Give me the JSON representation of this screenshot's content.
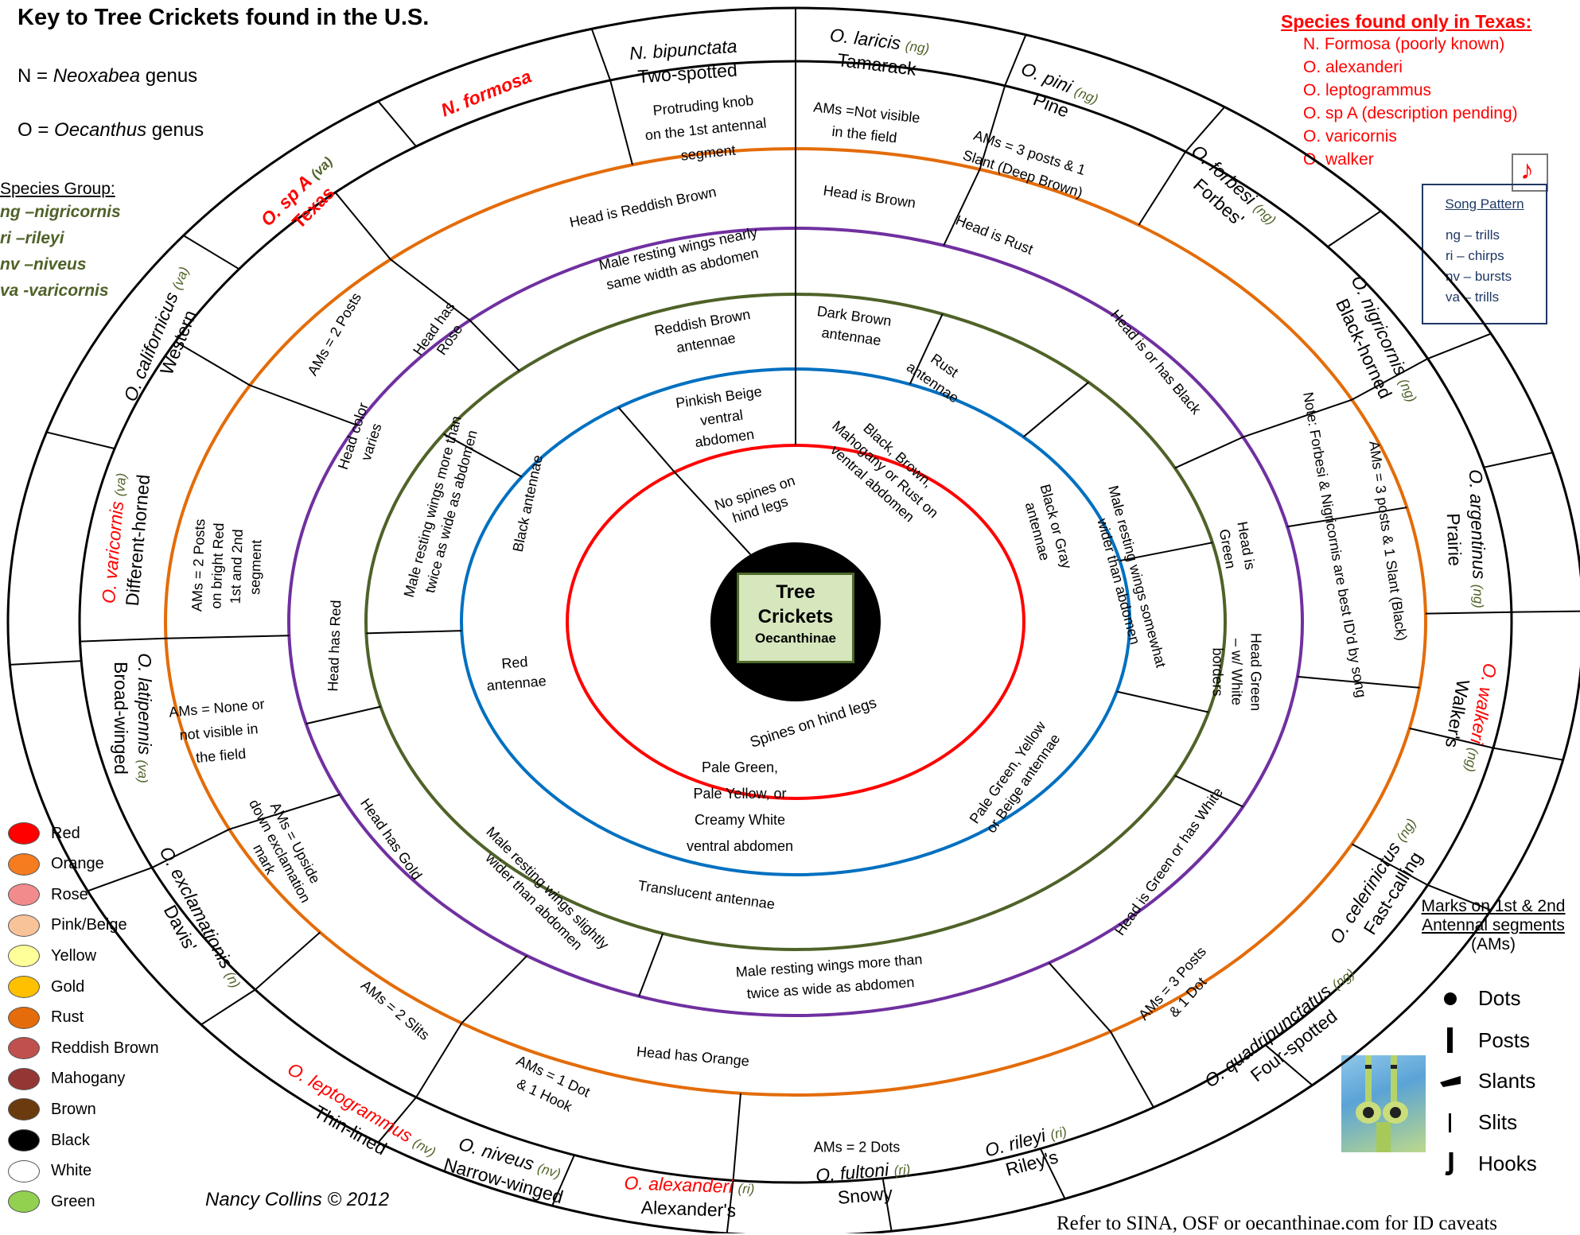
{
  "title": "Key to Tree Crickets found in the U.S.",
  "genera": [
    {
      "prefix": "N = ",
      "name": "Neoxabea",
      "suffix": " genus"
    },
    {
      "prefix": "O = ",
      "name": "Oecanthus",
      "suffix": " genus"
    }
  ],
  "species_group": {
    "heading": "Species Group:",
    "items": [
      "ng –nigricornis",
      "ri –rileyi",
      "nv –niveus",
      "va -varicornis"
    ]
  },
  "texas": {
    "heading": "Species found only in Texas:",
    "items": [
      "N. Formosa (poorly known)",
      "O. alexanderi",
      "O. leptogrammus",
      "O. sp A (description pending)",
      "O. varicornis",
      "O. walker"
    ]
  },
  "song_pattern": {
    "heading": "Song Pattern",
    "items": [
      "ng – trills",
      "ri – chirps",
      "nv – bursts",
      "va – trills"
    ],
    "icon": "music-note-icon"
  },
  "color_legend": [
    {
      "label": "Red",
      "color": "#ff0000"
    },
    {
      "label": "Orange",
      "color": "#f57c1f"
    },
    {
      "label": "Rose",
      "color": "#f28b8b"
    },
    {
      "label": "Pink/Beige",
      "color": "#f9c39a"
    },
    {
      "label": "Yellow",
      "color": "#ffff99"
    },
    {
      "label": "Gold",
      "color": "#ffc000"
    },
    {
      "label": "Rust",
      "color": "#e46c0a"
    },
    {
      "label": "Reddish Brown",
      "color": "#c0504d"
    },
    {
      "label": "Mahogany",
      "color": "#943634"
    },
    {
      "label": "Brown",
      "color": "#6b3a0e"
    },
    {
      "label": "Black",
      "color": "#000000"
    },
    {
      "label": "White",
      "color": "#ffffff"
    },
    {
      "label": "Green",
      "color": "#92d050"
    }
  ],
  "marks": {
    "heading": "Marks on 1st & 2nd",
    "heading2": "Antennal segments",
    "heading3": "(AMs)",
    "items": [
      {
        "label": "Dots",
        "icon": "dot-icon"
      },
      {
        "label": "Posts",
        "icon": "post-icon"
      },
      {
        "label": "Slants",
        "icon": "slant-icon"
      },
      {
        "label": "Slits",
        "icon": "slit-icon"
      },
      {
        "label": "Hooks",
        "icon": "hook-icon"
      }
    ]
  },
  "center": {
    "title1": "Tree",
    "title2": "Crickets",
    "subtitle": "Oecanthinae"
  },
  "author": "Nancy Collins © 2012",
  "refer": "Refer to SINA, OSF or oecanthinae.com for ID caveats",
  "ring_colors": {
    "red": "#ff0000",
    "blue": "#0070c0",
    "green": "#4f6228",
    "purple": "#7030a0",
    "orange": "#e36c09"
  },
  "species": [
    {
      "sci": "N. bipunctata",
      "common": "Two-spotted",
      "group": "",
      "texas": false
    },
    {
      "sci": "O. laricis",
      "common": "Tamarack",
      "group": "(ng)",
      "texas": false
    },
    {
      "sci": "O. pini",
      "common": "Pine",
      "group": "(ng)",
      "texas": false
    },
    {
      "sci": "O. forbesi",
      "common": "Forbes'",
      "group": "(ng)",
      "texas": false
    },
    {
      "sci": "O. nigricornis",
      "common": "Black-horned",
      "group": "(ng)",
      "texas": false
    },
    {
      "sci": "O. argentinus",
      "common": "Prairie",
      "group": "(ng)",
      "texas": false
    },
    {
      "sci": "O. walkeri",
      "common": "Walker's",
      "group": "(ng)",
      "texas": true
    },
    {
      "sci": "O. celerinictus",
      "common": "Fast-calling",
      "group": "(ng)",
      "texas": false
    },
    {
      "sci": "O. quadripunctatus",
      "common": "Four-spotted",
      "group": "(ng)",
      "texas": false
    },
    {
      "sci": "O. rileyi",
      "common": "Riley's",
      "group": "(ri)",
      "texas": false
    },
    {
      "sci": "O. fultoni",
      "common": "Snowy",
      "group": "(ri)",
      "texas": false
    },
    {
      "sci": "O. alexanderi",
      "common": "Alexander's",
      "group": "(ri)",
      "texas": true
    },
    {
      "sci": "O. niveus",
      "common": "Narrow-winged",
      "group": "(nv)",
      "texas": false
    },
    {
      "sci": "O. leptogrammus",
      "common": "Thin-lined",
      "group": "(nv)",
      "texas": true
    },
    {
      "sci": "O. exclamationis",
      "common": "Davis'",
      "group": "(n)",
      "texas": false
    },
    {
      "sci": "O. latipennis",
      "common": "Broad-winged",
      "group": "(va)",
      "texas": false
    },
    {
      "sci": "O. varicornis",
      "common": "Different-horned",
      "group": "(va)",
      "texas": true
    },
    {
      "sci": "O. californicus",
      "common": "Western",
      "group": "(va)",
      "texas": false
    },
    {
      "sci": "O. sp A",
      "common": "Texas",
      "group": "(va)",
      "texas": true
    },
    {
      "sci": "N. formosa",
      "common": "",
      "group": "",
      "texas": true
    }
  ],
  "labels": {
    "red_ring": [
      "No spines on",
      "hind legs",
      "Spines on hind legs"
    ],
    "blue_ring": [
      "Pinkish Beige",
      "ventral",
      "abdomen",
      "Black, Brown,",
      "Mahogany or Rust on",
      "ventral abdomen",
      "Pale Green,",
      "Pale Yellow, or",
      "Creamy White",
      "ventral abdomen"
    ],
    "green_ring": [
      "Reddish Brown",
      "antennae",
      "Dark Brown",
      "antennae",
      "Rust",
      "antennae",
      "Black or Gray",
      "antennae",
      "Pale Green, Yellow",
      "or Beige antennae",
      "Translucent  antennae",
      "Red",
      "antennae",
      "Black antennae"
    ],
    "purple_ring": [
      "Male resting wings nearly",
      "same width as abdomen",
      "Male resting wings somewhat",
      "wider than abdomen",
      "Male resting wings more than",
      "twice as wide as abdomen",
      "Male resting wings slightly",
      "wider than abdomen",
      "Male resting wings more than",
      "twice as wide as abdomen"
    ],
    "orange_ring": [
      "Head is Reddish Brown",
      "Head is Brown",
      "Head is Rust",
      "Head is or has Black",
      "Head is",
      "Green",
      "Head Green",
      "– w/ White",
      "borders",
      "Head is Green or has White",
      "Head has Orange",
      "Head has Gold",
      "Head has Red",
      "Head color",
      "varies",
      "Head has",
      "Rose"
    ],
    "outer_ring": [
      "Protruding knob",
      "on the 1st antennal",
      "segment",
      "AMs =Not visible",
      "in the field",
      "AMs = 3 posts & 1",
      "Slant  (Deep Brown)",
      "Note: Forbesi & Nigricornis are best ID'd by song",
      "AMs = 3 posts & 1 Slant (Black)",
      "AMs = 3 Posts",
      "& 1 Dot",
      "AMs = 2 Dots",
      "AMs = 1 Dot",
      "& 1 Hook",
      "AMs = 2 Slits",
      "AMs = Upside",
      "down exclamation",
      "mark",
      "AMs = None or",
      "not visible in",
      "the field",
      "AMs = 2 Posts",
      "on bright Red",
      "1st and 2nd",
      "segment",
      "AMs = 2 Posts"
    ]
  }
}
